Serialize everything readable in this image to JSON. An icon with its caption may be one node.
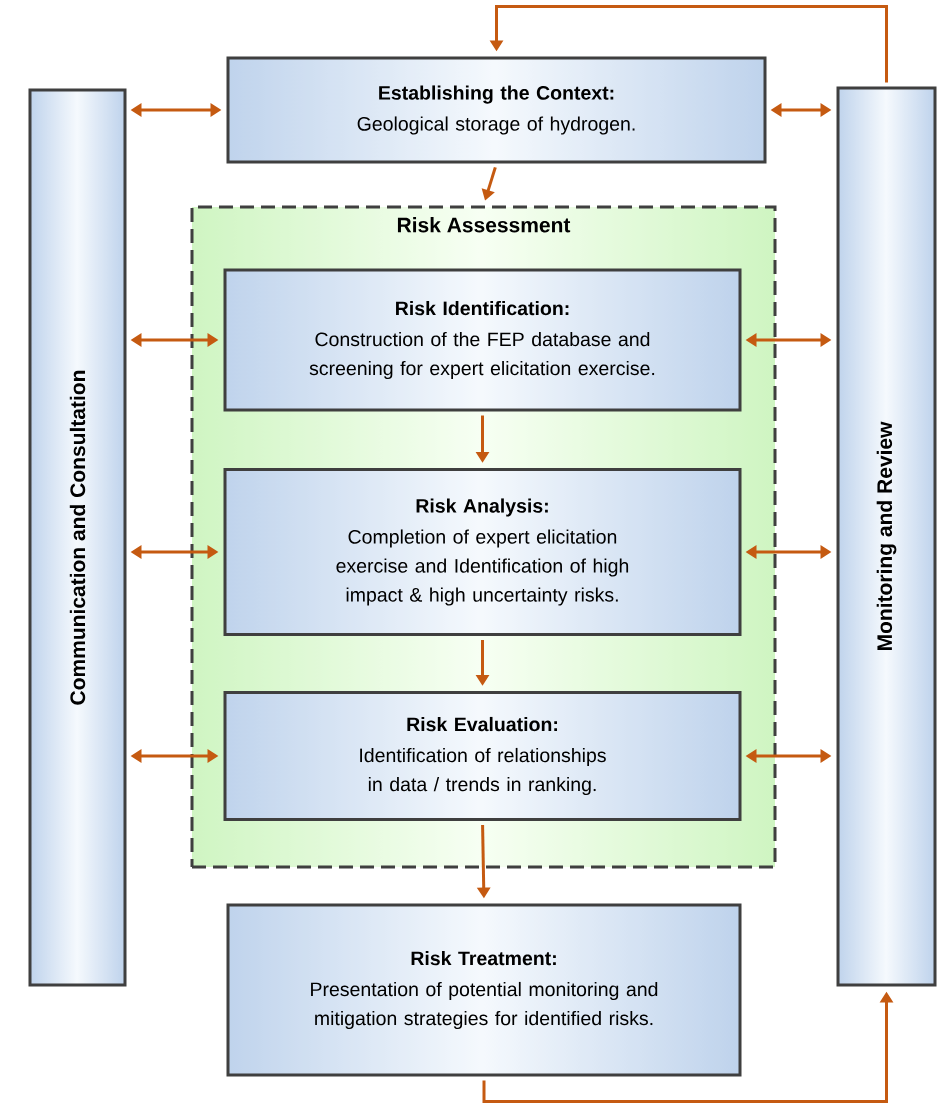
{
  "diagram": {
    "nodes": [
      {
        "text": [
          "Communication and Consultation"
        ]
      },
      {
        "text": [
          "Establishing the Context:",
          "Geological storage of hydrogen."
        ]
      },
      {
        "text": [
          "Monitoring and Review"
        ]
      },
      {
        "text": [
          "Risk Assessment"
        ]
      },
      {
        "text": [
          "Risk Identification:",
          "Construction of the FEP database and screening for expert elicitation exercise."
        ],
        "in": 3
      },
      {
        "text": [
          "Risk Analysis:",
          "Completion of expert elicitation exercise and Identification of high impact & high uncertainty risks."
        ],
        "in": 3
      },
      {
        "text": [
          "Risk Evaluation:",
          "Identification of relationships in data / trends in ranking."
        ],
        "in": 3
      },
      {
        "text": [
          "Risk Treatment:",
          "Presentation of potential monitoring and mitigation strategies for identified risks."
        ]
      }
    ],
    "edges": [
      {
        "from": 0,
        "to": 1,
        "arrow": "both"
      },
      {
        "from": 0,
        "to": 4,
        "arrow": "both"
      },
      {
        "from": 0,
        "to": 5,
        "arrow": "both"
      },
      {
        "from": 0,
        "to": 6,
        "arrow": "both"
      },
      {
        "from": 1,
        "to": 2,
        "arrow": "both"
      },
      {
        "from": 4,
        "to": 2,
        "arrow": "both"
      },
      {
        "from": 5,
        "to": 2,
        "arrow": "both"
      },
      {
        "from": 6,
        "to": 2,
        "arrow": "both"
      },
      {
        "from": 1,
        "to": 3,
        "arrow": "to"
      },
      {
        "from": 4,
        "to": 5,
        "arrow": "to"
      },
      {
        "from": 5,
        "to": 6,
        "arrow": "to"
      },
      {
        "from": 6,
        "to": 7,
        "arrow": "to"
      },
      {
        "from": 7,
        "to": 2,
        "arrow": "to"
      },
      {
        "from": 2,
        "to": 1,
        "arrow": "to"
      }
    ]
  }
}
